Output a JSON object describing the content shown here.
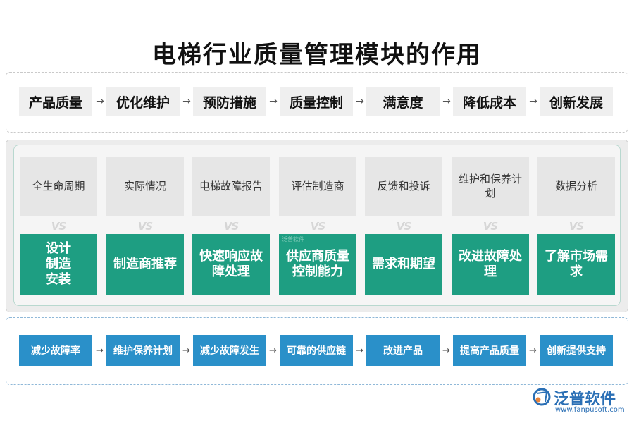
{
  "title": "电梯行业质量管理模块的作用",
  "top_flow": [
    "产品质量",
    "优化维护",
    "预防措施",
    "质量控制",
    "满意度",
    "降低成本",
    "创新发展"
  ],
  "arrow_glyph": "→",
  "vs_label": "VS",
  "compare": [
    {
      "top": "全生命周期",
      "bottom": "设计\n制造\n安装"
    },
    {
      "top": "实际情况",
      "bottom": "制造商推荐"
    },
    {
      "top": "电梯故障报告",
      "bottom": "快速响应故障处理"
    },
    {
      "top": "评估制造商",
      "bottom": "供应商质量控制能力"
    },
    {
      "top": "反馈和投诉",
      "bottom": "需求和期望"
    },
    {
      "top": "维护和保养计划",
      "bottom": "改进故障处理"
    },
    {
      "top": "数据分析",
      "bottom": "了解市场需求"
    }
  ],
  "bottom_flow": [
    "减少故障率",
    "维护保养计划",
    "减少故障发生",
    "可靠的供应链",
    "改进产品",
    "提高产品质量",
    "创新提供支持"
  ],
  "watermark": "泛普软件",
  "logo": {
    "name": "泛普软件",
    "url": "www.fanpusoft.com"
  },
  "colors": {
    "teal": "#1e9e82",
    "blue": "#2a90c9",
    "logo_blue": "#2a6fb5",
    "grey_box": "#e6e6e6"
  }
}
